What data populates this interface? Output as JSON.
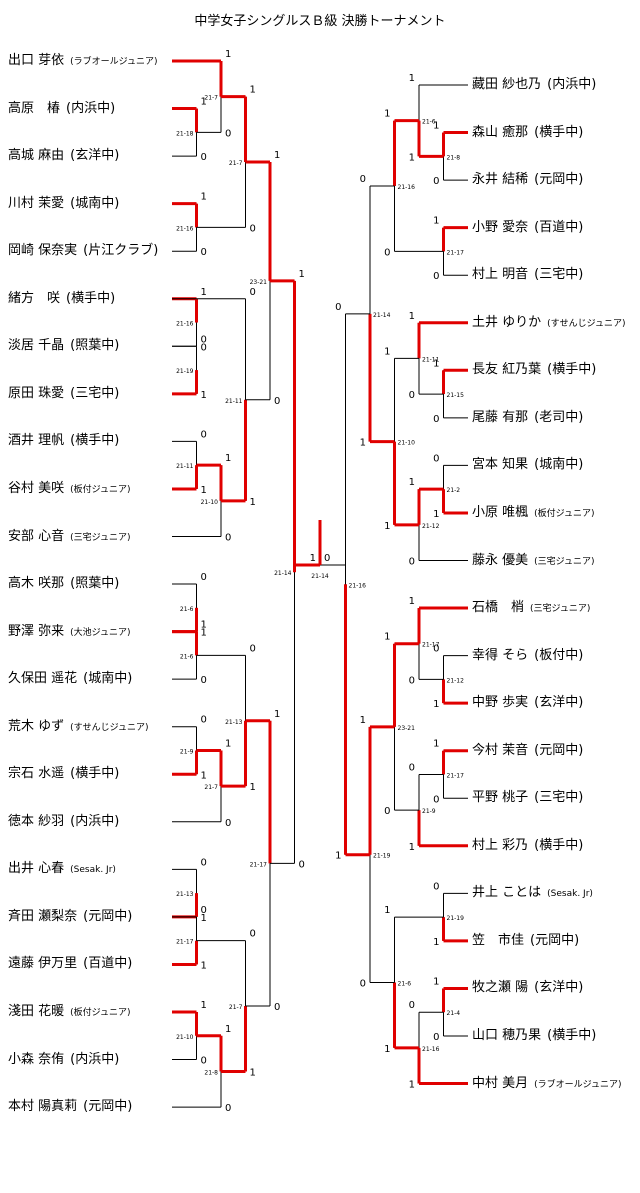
{
  "title": "中学女子シングルスＢ級 決勝トーナメント",
  "colors": {
    "winner": "#e00000",
    "line": "#000000"
  },
  "left_players": [
    {
      "name": "出口 芽依",
      "team": "(ラブオールジュニア)",
      "small": true
    },
    {
      "name": "高原　椿",
      "team": "(内浜中)",
      "small": false
    },
    {
      "name": "高城 麻由",
      "team": "(玄洋中)",
      "small": false
    },
    {
      "name": "川村 茉愛",
      "team": "(城南中)",
      "small": false
    },
    {
      "name": "岡崎 保奈実",
      "team": "(片江クラブ)",
      "small": false
    },
    {
      "name": "緒方　咲",
      "team": "(横手中)",
      "small": false
    },
    {
      "name": "淡居 千晶",
      "team": "(照葉中)",
      "small": false
    },
    {
      "name": "原田 珠愛",
      "team": "(三宅中)",
      "small": false
    },
    {
      "name": "酒井 理帆",
      "team": "(横手中)",
      "small": false
    },
    {
      "name": "谷村 美咲",
      "team": "(板付ジュニア)",
      "small": true
    },
    {
      "name": "安部 心音",
      "team": "(三宅ジュニア)",
      "small": true
    },
    {
      "name": "高木 咲那",
      "team": "(照葉中)",
      "small": false
    },
    {
      "name": "野澤 弥来",
      "team": "(大池ジュニア)",
      "small": true
    },
    {
      "name": "久保田 遥花",
      "team": "(城南中)",
      "small": false
    },
    {
      "name": "荒木 ゆず",
      "team": "(すせんじジュニア)",
      "small": true
    },
    {
      "name": "宗石 水遥",
      "team": "(横手中)",
      "small": false
    },
    {
      "name": "徳本 紗羽",
      "team": "(内浜中)",
      "small": false
    },
    {
      "name": "出井 心春",
      "team": "(Sesak. Jr)",
      "small": true
    },
    {
      "name": "斉田 瀬梨奈",
      "team": "(元岡中)",
      "small": false
    },
    {
      "name": "遠藤 伊万里",
      "team": "(百道中)",
      "small": false
    },
    {
      "name": "淺田 花暖",
      "team": "(板付ジュニア)",
      "small": true
    },
    {
      "name": "小森 奈侑",
      "team": "(内浜中)",
      "small": false
    },
    {
      "name": "本村 陽真莉",
      "team": "(元岡中)",
      "small": false
    }
  ],
  "right_players": [
    {
      "name": "藏田 紗也乃",
      "team": "(内浜中)",
      "small": false
    },
    {
      "name": "森山 癒那",
      "team": "(横手中)",
      "small": false
    },
    {
      "name": "永井 結稀",
      "team": "(元岡中)",
      "small": false
    },
    {
      "name": "小野 愛奈",
      "team": "(百道中)",
      "small": false
    },
    {
      "name": "村上 明音",
      "team": "(三宅中)",
      "small": false
    },
    {
      "name": "土井 ゆりか",
      "team": "(すせんじジュニア)",
      "small": true
    },
    {
      "name": "長友 紅乃葉",
      "team": "(横手中)",
      "small": false
    },
    {
      "name": "尾藤 有那",
      "team": "(老司中)",
      "small": false
    },
    {
      "name": "宮本 知果",
      "team": "(城南中)",
      "small": false
    },
    {
      "name": "小原 唯楓",
      "team": "(板付ジュニア)",
      "small": true
    },
    {
      "name": "藤永 優美",
      "team": "(三宅ジュニア)",
      "small": true
    },
    {
      "name": "石橋　梢",
      "team": "(三宅ジュニア)",
      "small": true
    },
    {
      "name": "幸得 そら",
      "team": "(板付中)",
      "small": false
    },
    {
      "name": "中野 歩実",
      "team": "(玄洋中)",
      "small": false
    },
    {
      "name": "今村 茉音",
      "team": "(元岡中)",
      "small": false
    },
    {
      "name": "平野 桃子",
      "team": "(三宅中)",
      "small": false
    },
    {
      "name": "村上 彩乃",
      "team": "(横手中)",
      "small": false
    },
    {
      "name": "井上 ことは",
      "team": "(Sesak. Jr)",
      "small": true
    },
    {
      "name": "笠　市佳",
      "team": "(元岡中)",
      "small": false
    },
    {
      "name": "牧之瀬 陽",
      "team": "(玄洋中)",
      "small": false
    },
    {
      "name": "山口 穂乃果",
      "team": "(横手中)",
      "small": false
    },
    {
      "name": "中村 美月",
      "team": "(ラブオールジュニア)",
      "small": true
    }
  ],
  "left_matches": [
    {
      "a": 1,
      "b": 2,
      "score": "21-18",
      "win": "a",
      "sa": "1",
      "sb": "0"
    },
    {
      "a": 0,
      "b": "m0",
      "score": "21-7",
      "win": "a",
      "sa": "1",
      "sb": "0"
    },
    {
      "a": 3,
      "b": 4,
      "score": "21-16",
      "win": "a",
      "sa": "1",
      "sb": "0"
    },
    {
      "a": "m1",
      "b": "m2",
      "score": "21-7",
      "win": "a",
      "sa": "1",
      "sb": "0"
    },
    {
      "a": 5,
      "b": 6,
      "score": "21-16",
      "win": "a",
      "sa": "1",
      "sb": "0"
    },
    {
      "a": 6,
      "b": 7,
      "score": "21-19",
      "win": "b",
      "sa": "0",
      "sb": "1"
    },
    {
      "a": 8,
      "b": 9,
      "score": "21-11",
      "win": "b",
      "sa": "0",
      "sb": "1"
    },
    {
      "a": "m6",
      "b": 10,
      "score": "21-10",
      "win": "a",
      "sa": "1",
      "sb": "0"
    },
    {
      "a": 5,
      "b": "m7",
      "score": "21-11",
      "win": "b",
      "sa": "0",
      "sb": "1"
    },
    {
      "a": "m3",
      "b": "m8",
      "score": "23-21",
      "win": "a",
      "sa": "1",
      "sb": "0"
    },
    {
      "a": 11,
      "b": 12,
      "score": "21-6",
      "win": "b",
      "sa": "0",
      "sb": "1"
    },
    {
      "a": 12,
      "b": 13,
      "score": "21-6",
      "win": "a",
      "sa": "1",
      "sb": "0"
    },
    {
      "a": 14,
      "b": 15,
      "score": "21-9",
      "win": "b",
      "sa": "0",
      "sb": "1"
    },
    {
      "a": "m12",
      "b": 16,
      "score": "21-7",
      "win": "a",
      "sa": "1",
      "sb": "0"
    },
    {
      "a": "m11",
      "b": "m13",
      "score": "21-13",
      "win": "b",
      "sa": "0",
      "sb": "1"
    },
    {
      "a": 17,
      "b": 18,
      "score": "21-13",
      "win": "b",
      "sa": "0",
      "sb": "1"
    },
    {
      "a": 18,
      "b": 19,
      "score": "21-17",
      "win": "b",
      "sa": "0",
      "sb": "1"
    },
    {
      "a": 20,
      "b": 21,
      "score": "21-10",
      "win": "a",
      "sa": "1",
      "sb": "0"
    },
    {
      "a": "m17",
      "b": 22,
      "score": "21-8",
      "win": "a",
      "sa": "1",
      "sb": "0"
    },
    {
      "a": "m16",
      "b": "m18",
      "score": "21-7",
      "win": "b",
      "sa": "0",
      "sb": "1"
    },
    {
      "a": "m14",
      "b": "m19",
      "score": "21-17",
      "win": "a",
      "sa": "1",
      "sb": "0"
    },
    {
      "a": "m9",
      "b": "m20",
      "score": "21-14",
      "win": "a",
      "sa": "1",
      "sb": "0"
    }
  ],
  "right_matches": [
    {
      "a": 1,
      "b": 2,
      "score": "21-8",
      "win": "a",
      "sa": "1",
      "sb": "0"
    },
    {
      "a": 0,
      "b": "m0",
      "score": "21-6",
      "win": "b",
      "sa": "1",
      "sb": "1"
    },
    {
      "a": 3,
      "b": 4,
      "score": "21-17",
      "win": "a",
      "sa": "1",
      "sb": "0"
    },
    {
      "a": "m1",
      "b": "m2",
      "score": "21-16",
      "win": "a",
      "sa": "1",
      "sb": "0"
    },
    {
      "a": 6,
      "b": 7,
      "score": "21-15",
      "win": "a",
      "sa": "1",
      "sb": "0"
    },
    {
      "a": 5,
      "b": "m4",
      "score": "21-11",
      "win": "a",
      "sa": "1",
      "sb": "0"
    },
    {
      "a": 8,
      "b": 9,
      "score": "21-2",
      "win": "b",
      "sa": "0",
      "sb": "1"
    },
    {
      "a": "m6",
      "b": 10,
      "score": "21-12",
      "win": "a",
      "sa": "1",
      "sb": "0"
    },
    {
      "a": "m5",
      "b": "m7",
      "score": "21-10",
      "win": "b",
      "sa": "1",
      "sb": "1"
    },
    {
      "a": "m3",
      "b": "m8",
      "score": "21-14",
      "win": "b",
      "sa": "0",
      "sb": "1"
    },
    {
      "a": 12,
      "b": 13,
      "score": "21-12",
      "win": "b",
      "sa": "0",
      "sb": "1"
    },
    {
      "a": 11,
      "b": "m10",
      "score": "21-17",
      "win": "a",
      "sa": "1",
      "sb": "0"
    },
    {
      "a": 14,
      "b": 15,
      "score": "21-17",
      "win": "a",
      "sa": "1",
      "sb": "0"
    },
    {
      "a": "m12",
      "b": 16,
      "score": "21-9",
      "win": "b",
      "sa": "0",
      "sb": "1"
    },
    {
      "a": "m11",
      "b": "m13",
      "score": "23-21",
      "win": "a",
      "sa": "1",
      "sb": "0"
    },
    {
      "a": 17,
      "b": 18,
      "score": "21-19",
      "win": "b",
      "sa": "0",
      "sb": "1"
    },
    {
      "a": 19,
      "b": 20,
      "score": "21-4",
      "win": "a",
      "sa": "1",
      "sb": "0"
    },
    {
      "a": "m16",
      "b": 21,
      "score": "21-16",
      "win": "b",
      "sa": "0",
      "sb": "1"
    },
    {
      "a": "m15",
      "b": "m17",
      "score": "21-6",
      "win": "b",
      "sa": "1",
      "sb": "1"
    },
    {
      "a": "m14",
      "b": "m18",
      "score": "21-19",
      "win": "a",
      "sa": "1",
      "sb": "0"
    },
    {
      "a": "m9",
      "b": "m19",
      "score": "21-16",
      "win": "b",
      "sa": "0",
      "sb": "1"
    }
  ],
  "final": {
    "left_score": "1",
    "right_score": "0",
    "score": "21-14"
  }
}
